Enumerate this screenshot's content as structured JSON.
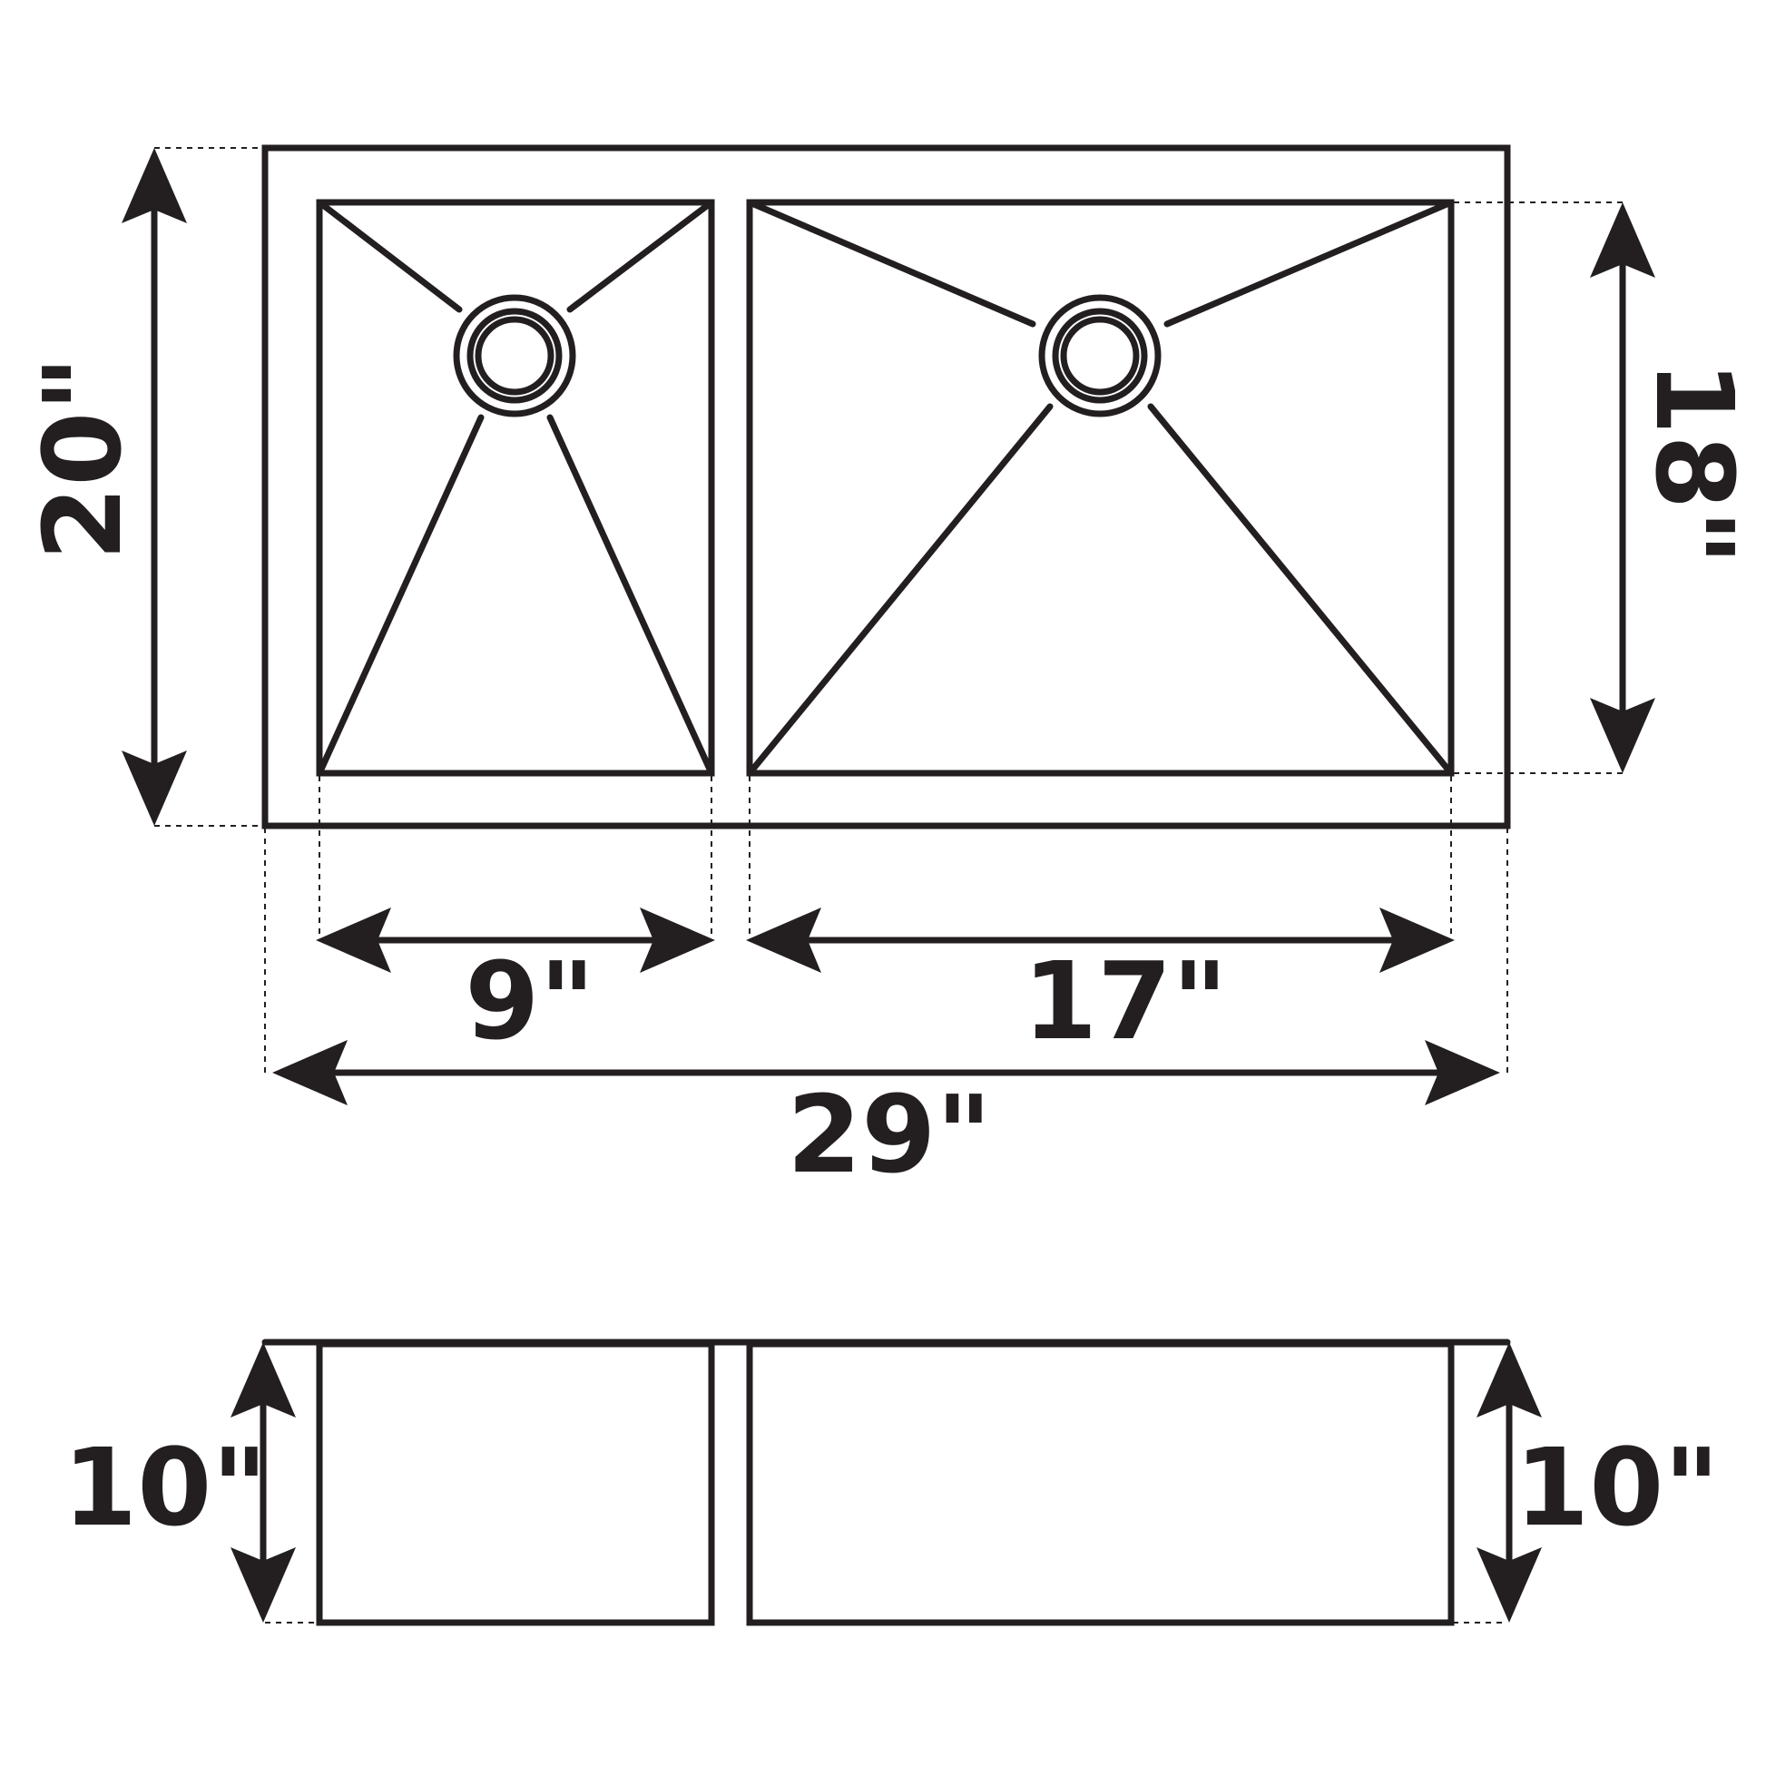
{
  "diagram": {
    "line_color": "#231f20",
    "background": "#ffffff",
    "dimensions": {
      "overall_depth": "20\"",
      "bowl_depth": "18\"",
      "small_bowl_width": "9\"",
      "large_bowl_width": "17\"",
      "overall_width": "29\"",
      "left_height": "10\"",
      "right_height": "10\""
    }
  }
}
